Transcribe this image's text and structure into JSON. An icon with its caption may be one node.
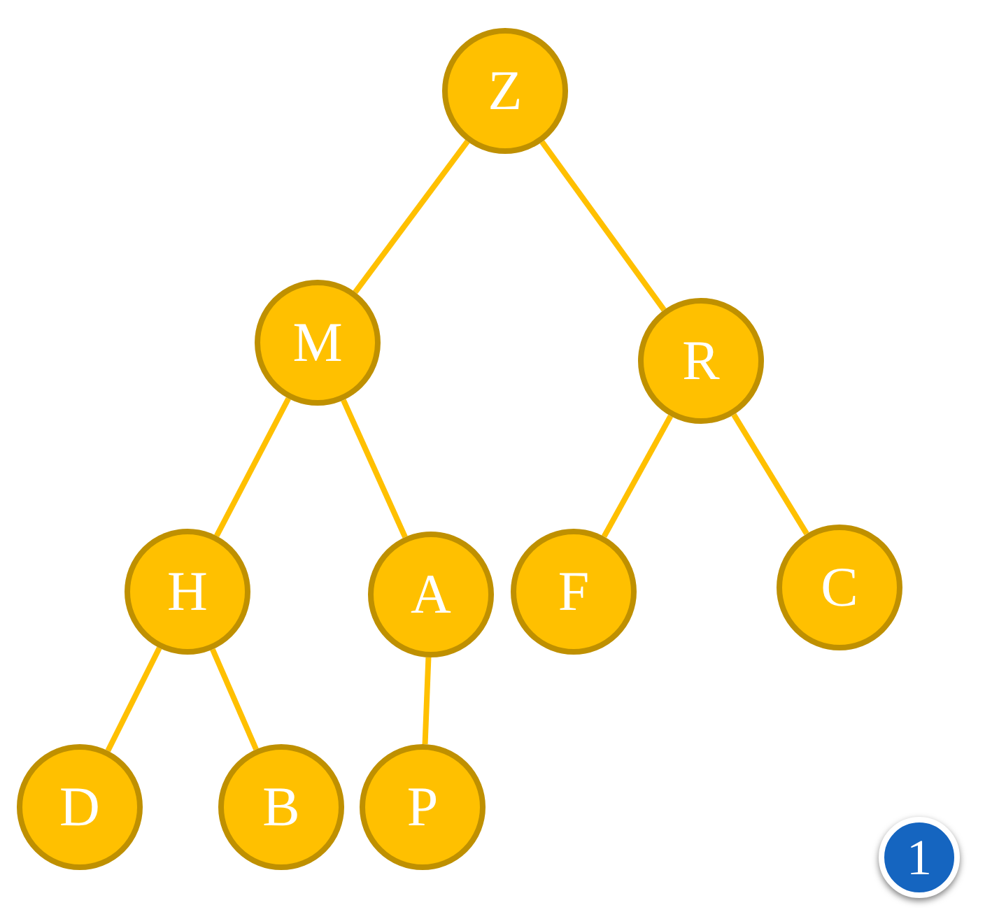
{
  "diagram": {
    "nodes": [
      {
        "text": [
          "Z"
        ]
      },
      {
        "text": [
          "M"
        ]
      },
      {
        "text": [
          "R"
        ]
      },
      {
        "text": [
          "H"
        ]
      },
      {
        "text": [
          "A"
        ]
      },
      {
        "text": [
          "F"
        ]
      },
      {
        "text": [
          "C"
        ]
      },
      {
        "text": [
          "D"
        ]
      },
      {
        "text": [
          "B"
        ]
      },
      {
        "text": [
          "P"
        ]
      },
      {
        "text": [
          "1"
        ]
      }
    ],
    "edges": [
      {
        "from": 0,
        "to": 1,
        "arrow": "none"
      },
      {
        "from": 0,
        "to": 2,
        "arrow": "none"
      },
      {
        "from": 1,
        "to": 3,
        "arrow": "none"
      },
      {
        "from": 1,
        "to": 4,
        "arrow": "none"
      },
      {
        "from": 2,
        "to": 5,
        "arrow": "none"
      },
      {
        "from": 2,
        "to": 6,
        "arrow": "none"
      },
      {
        "from": 3,
        "to": 7,
        "arrow": "none"
      },
      {
        "from": 3,
        "to": 8,
        "arrow": "none"
      },
      {
        "from": 4,
        "to": 9,
        "arrow": "none"
      }
    ]
  }
}
